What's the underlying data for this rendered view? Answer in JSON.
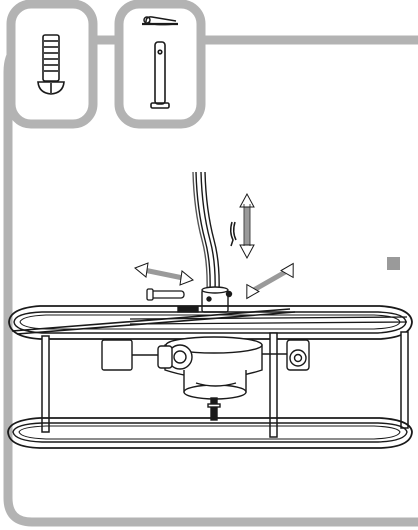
{
  "figure": {
    "panel_border_color": "#b3b3b3",
    "line_color": "#1a1a1a",
    "gray_marker_color": "#9a9a9a",
    "parts": [
      {
        "icon": "screw-icon"
      },
      {
        "icon": "clevis-pin-and-cotter-pin-icon"
      }
    ],
    "motion_arrows": [
      {
        "icon": "double-arrow-icon",
        "direction": "horizontal"
      },
      {
        "icon": "double-arrow-icon",
        "direction": "vertical"
      },
      {
        "icon": "double-arrow-icon",
        "direction": "diagonal"
      }
    ]
  }
}
